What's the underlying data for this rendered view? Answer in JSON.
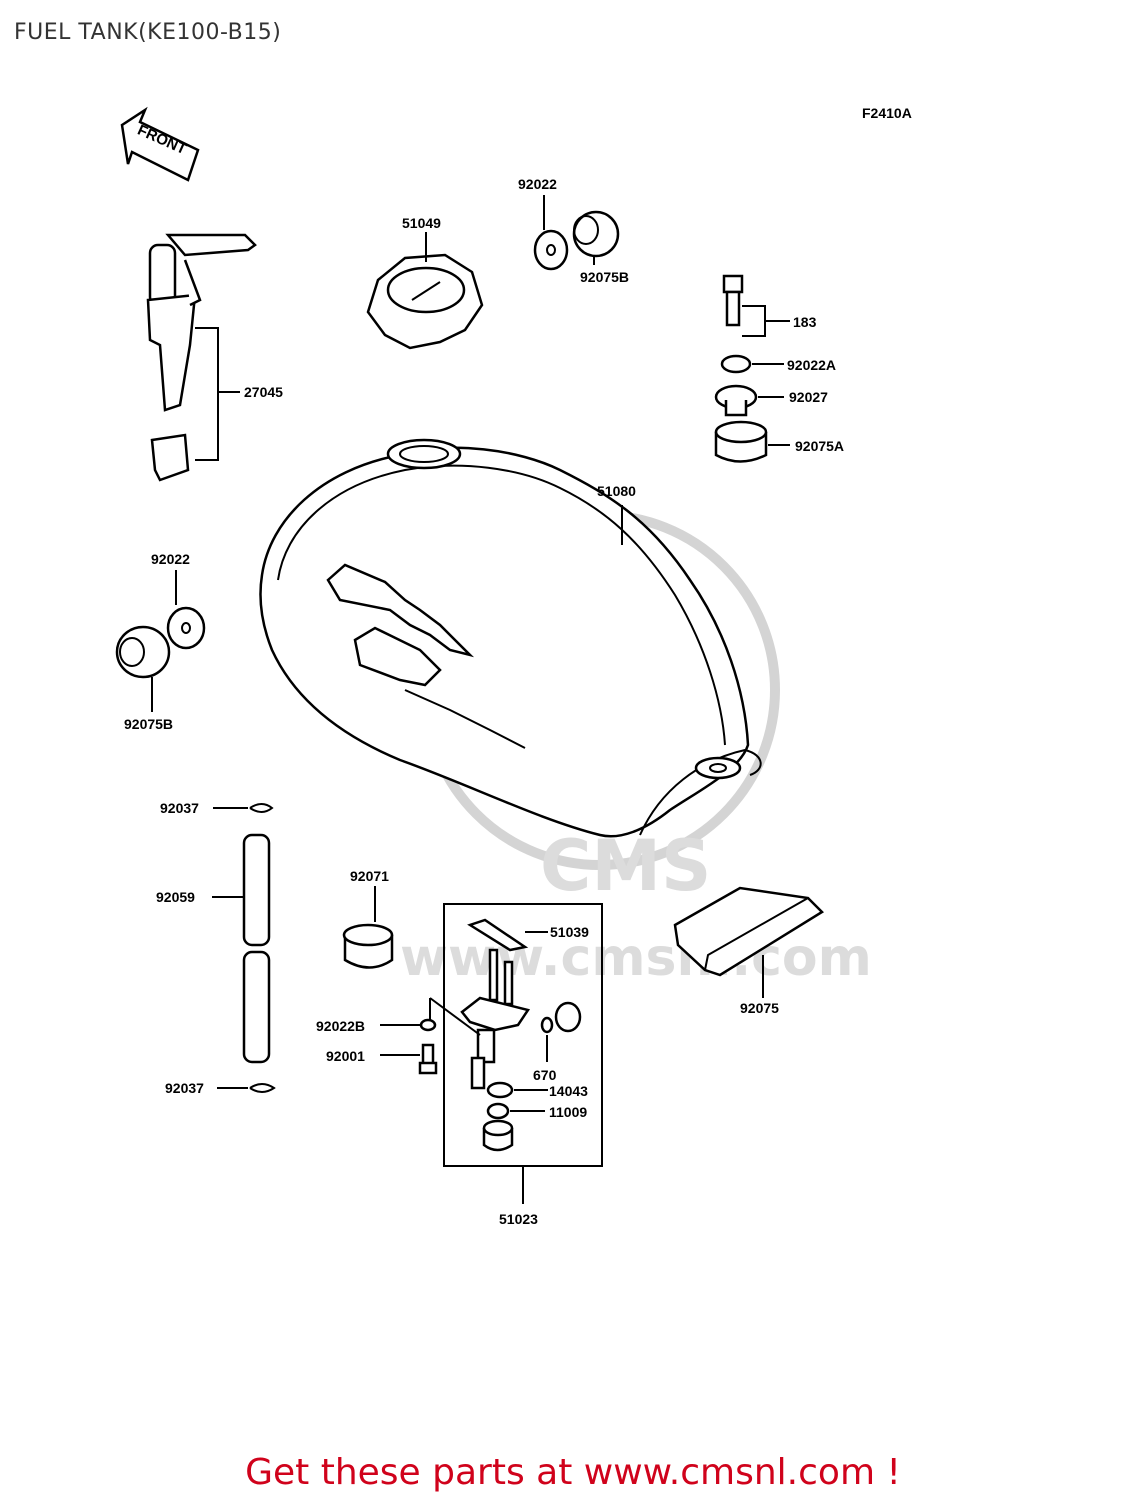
{
  "title": "FUEL TANK(KE100-B15)",
  "figure_code": "F2410A",
  "front_arrow_label": "FRONT",
  "watermark_text": "CMS",
  "watermark_url": "www.cmsnl.com",
  "footer": "Get these parts at www.cmsnl.com !",
  "footer_color": "#d0021b",
  "parts": {
    "p92022_top": "92022",
    "p51049": "51049",
    "p92075B_top": "92075B",
    "p183": "183",
    "p92022A": "92022A",
    "p92027": "92027",
    "p92075A": "92075A",
    "p27045": "27045",
    "p51080": "51080",
    "p92022_left": "92022",
    "p92075B_left": "92075B",
    "p92037_top": "92037",
    "p92059": "92059",
    "p92037_bottom": "92037",
    "p92071": "92071",
    "p51039": "51039",
    "p92022B": "92022B",
    "p92001": "92001",
    "p670": "670",
    "p14043": "14043",
    "p11009": "11009",
    "p51023": "51023",
    "p92075": "92075"
  }
}
